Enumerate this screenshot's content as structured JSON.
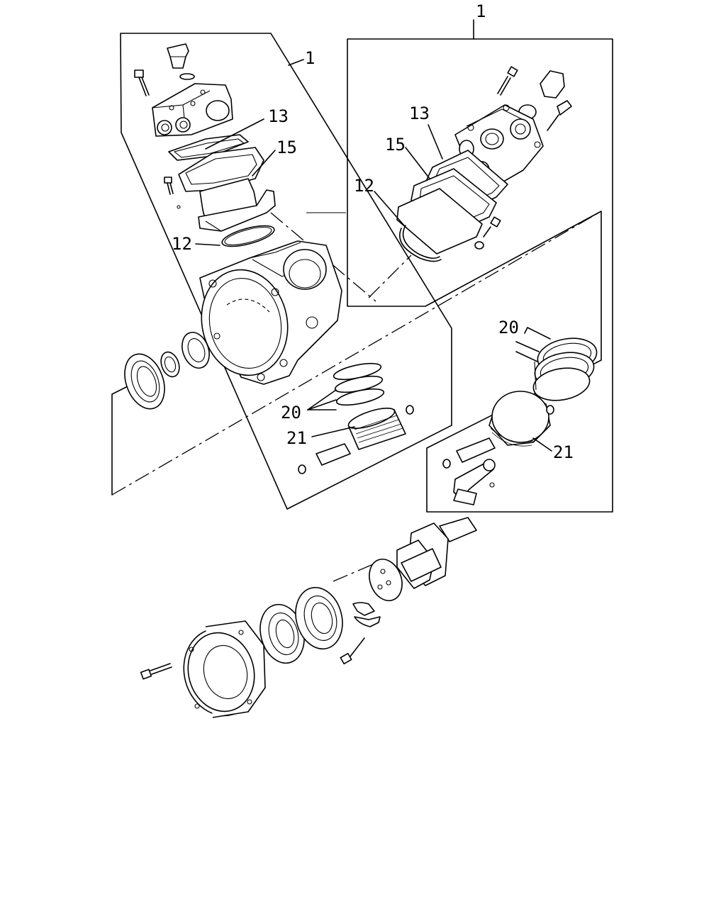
{
  "diagram": {
    "callouts": {
      "left_assembly": "1",
      "right_assembly": "1",
      "left_13": "13",
      "left_15": "15",
      "left_12": "12",
      "left_20": "20",
      "left_21": "21",
      "right_13": "13",
      "right_15": "15",
      "right_12": "12",
      "right_20": "20",
      "right_21": "21"
    },
    "line_color": "#000000",
    "background": "#ffffff"
  }
}
